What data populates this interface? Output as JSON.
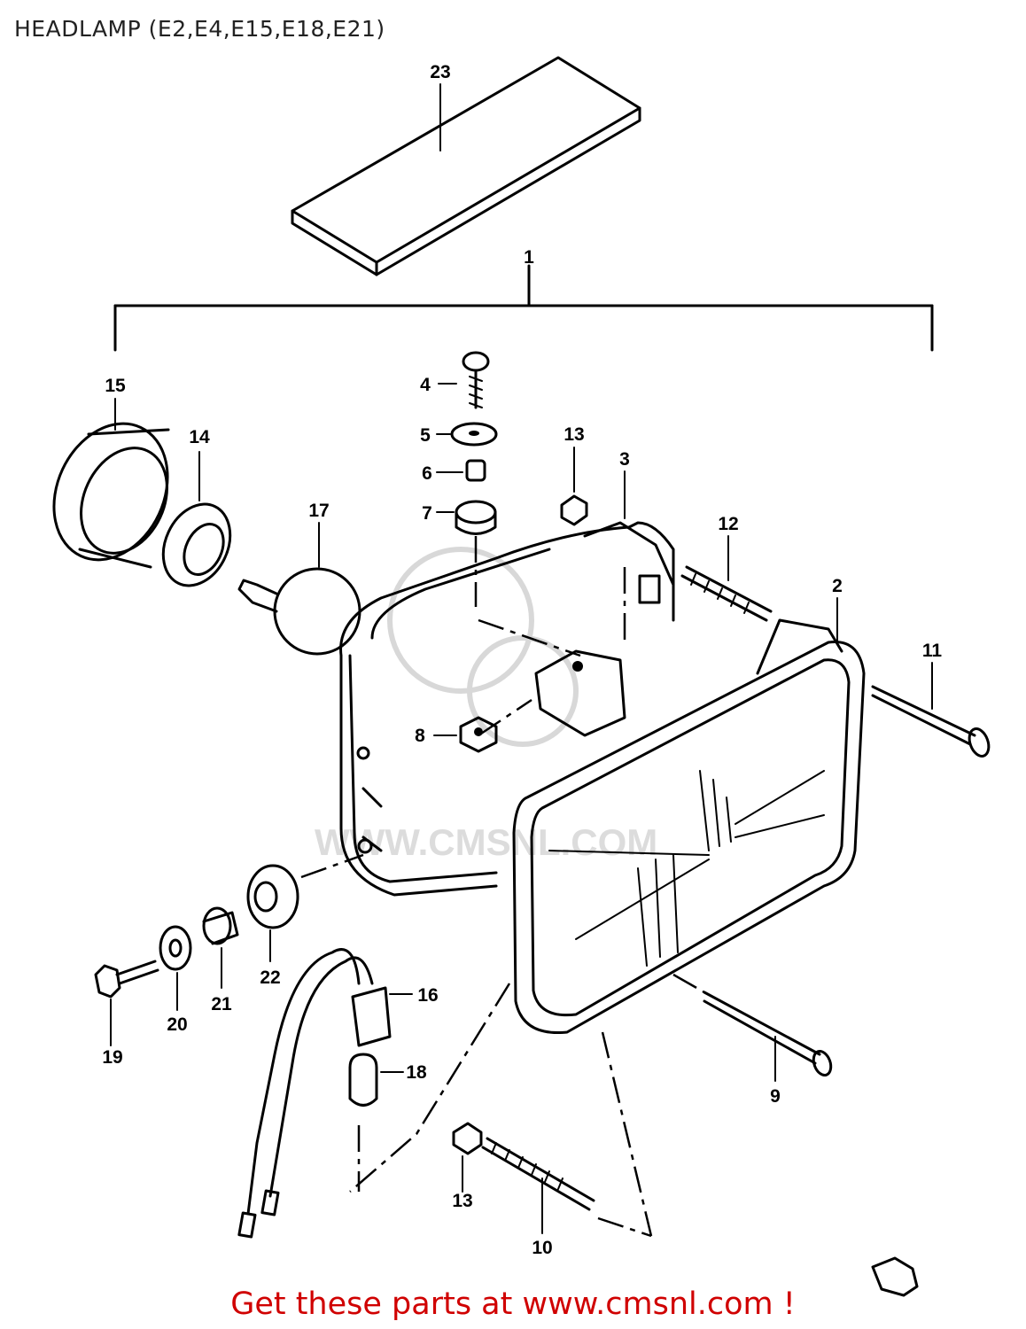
{
  "title": "HEADLAMP (E2,E4,E15,E18,E21)",
  "footer": "Get these parts at www.cmsnl.com !",
  "watermark": "WWW.CMSNL.COM",
  "labels": {
    "p1": "1",
    "p2": "2",
    "p3": "3",
    "p4": "4",
    "p5": "5",
    "p6": "6",
    "p7": "7",
    "p8": "8",
    "p9": "9",
    "p10": "10",
    "p11": "11",
    "p12": "12",
    "p13a": "13",
    "p13b": "13",
    "p14": "14",
    "p15": "15",
    "p16": "16",
    "p17": "17",
    "p18": "18",
    "p19": "19",
    "p20": "20",
    "p21": "21",
    "p22": "22",
    "p23": "23"
  },
  "colors": {
    "footer": "#d00000",
    "ink": "#000000",
    "watermark": "#d8d8d8"
  }
}
